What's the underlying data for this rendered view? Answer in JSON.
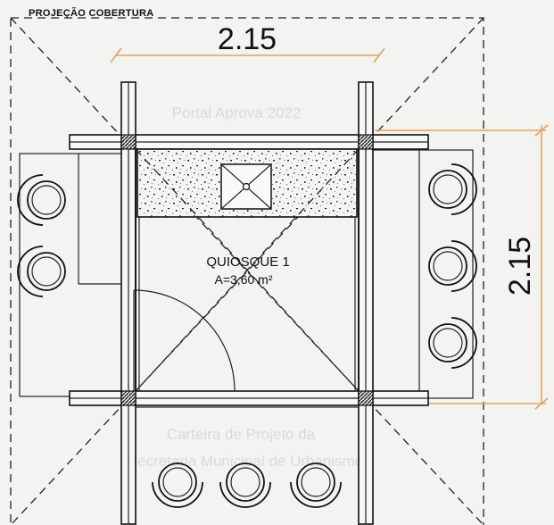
{
  "labels": {
    "roof_projection": "PROJEÇÃO COBERTURA",
    "room_name": "QUIOSQUE 1",
    "room_area": "A=3,60 m²"
  },
  "dimensions": {
    "horizontal": "2.15",
    "vertical": "2.15"
  },
  "watermark": {
    "line1": "Portal Aprova 2022",
    "line2": "Carteira de Projeto da",
    "line3": "Secretaria Municipal de Urbanismo"
  },
  "colors": {
    "dimension_line": "#e8a15c",
    "drawing_line": "#222222",
    "background": "#f3f3f1"
  }
}
